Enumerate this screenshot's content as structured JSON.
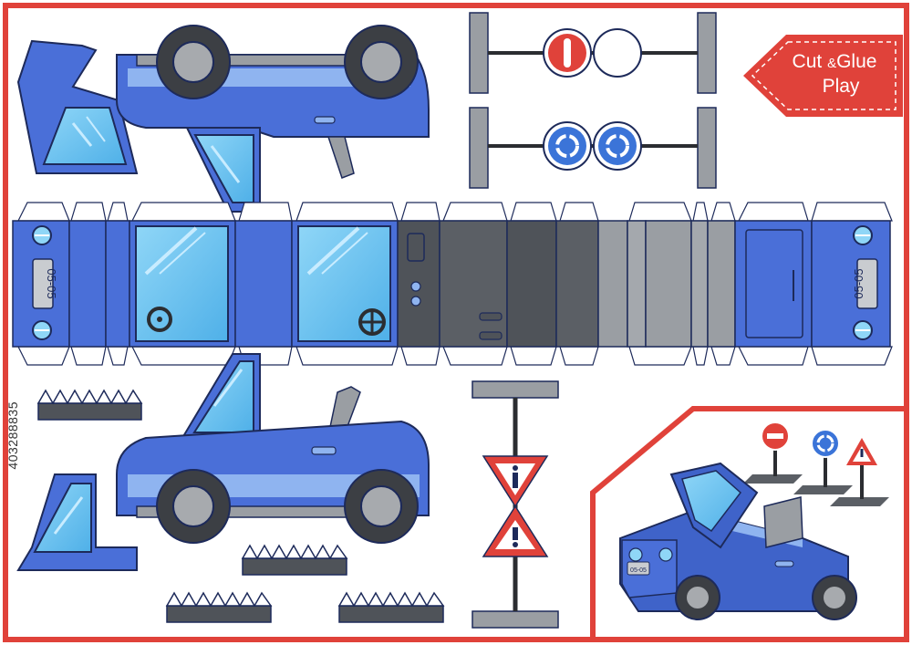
{
  "banner": {
    "cut_glue": "Cut & Glue",
    "play": "Play",
    "cut_glue_part1": "Cut",
    "cut_glue_amp": "&",
    "cut_glue_part2": "Glue"
  },
  "plates": {
    "left": "05-05",
    "right": "05-05",
    "preview": "05-05"
  },
  "stock_id": "403288835",
  "colors": {
    "frame_red": "#e0423a",
    "car_blue": "#4a6fd8",
    "car_light_blue": "#8fb4f0",
    "window_blue": "#6cc3f0",
    "dark_gray": "#4f5359",
    "mid_gray": "#9a9ea3",
    "tire": "#3c3f44",
    "rim": "#a7aaae"
  },
  "icons": [
    "no-entry-sign-icon",
    "roundabout-sign-icon",
    "warning-exclamation-sign-icon",
    "info-sign-icon",
    "steering-wheel-icon",
    "headlight-icon"
  ]
}
